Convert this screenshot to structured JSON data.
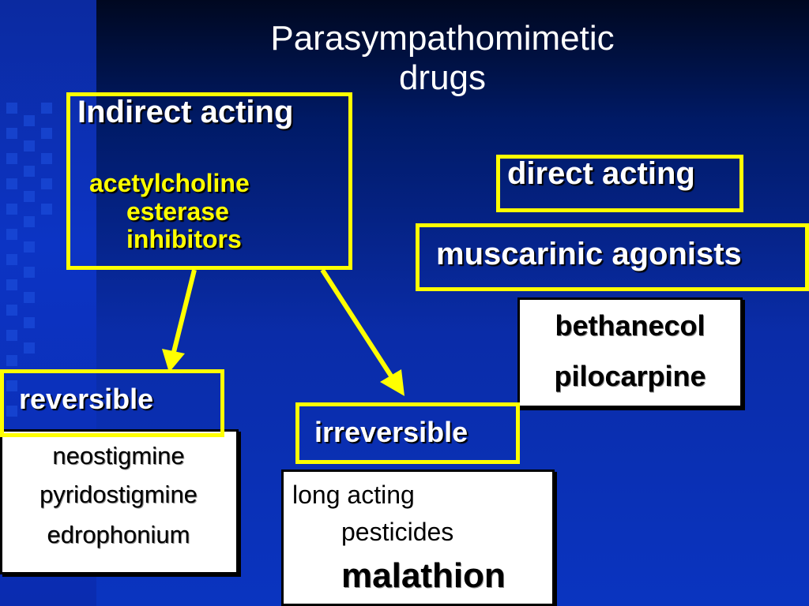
{
  "title": "Parasympathomimetic drugs",
  "indirect": {
    "heading": "Indirect acting",
    "sub_line1": "acetylcholine",
    "sub_line2": "esterase",
    "sub_line3": "inhibitors"
  },
  "direct": {
    "heading": "direct acting",
    "sub": "muscarinic agonists",
    "examples": [
      "bethanecol",
      "pilocarpine"
    ]
  },
  "reversible": {
    "label": "reversible",
    "examples": [
      "neostigmine",
      "pyridostigmine",
      "edrophonium"
    ]
  },
  "irreversible": {
    "label": "irreversible",
    "line1": "long acting",
    "line2": "pesticides",
    "line3": "malathion"
  },
  "colors": {
    "accent": "#ffff00",
    "background": "#0a2ca8",
    "text_white": "#ffffff",
    "text_yellow": "#ffff00"
  }
}
